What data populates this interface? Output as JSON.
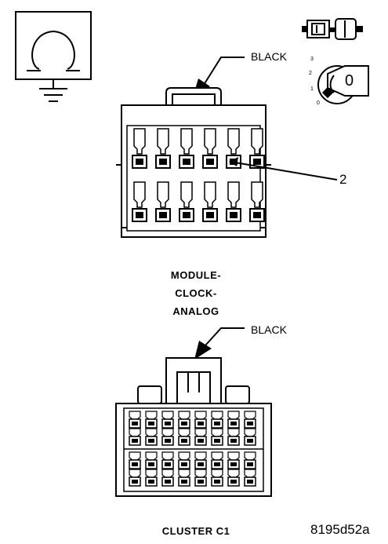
{
  "ground_symbol": {
    "icon": "ohm-ground-symbol-icon"
  },
  "key_switch": {
    "icon": "ignition-key-icon",
    "positions": [
      "3",
      "2",
      "1",
      "0"
    ],
    "key_label": "0"
  },
  "connector_top": {
    "color_label": "BLACK",
    "callout_number": "2",
    "name_lines": [
      "MODULE-",
      "CLOCK-",
      "ANALOG"
    ]
  },
  "connector_bottom": {
    "color_label": "BLACK",
    "name": "CLUSTER C1"
  },
  "figure_code": "8195d52a"
}
